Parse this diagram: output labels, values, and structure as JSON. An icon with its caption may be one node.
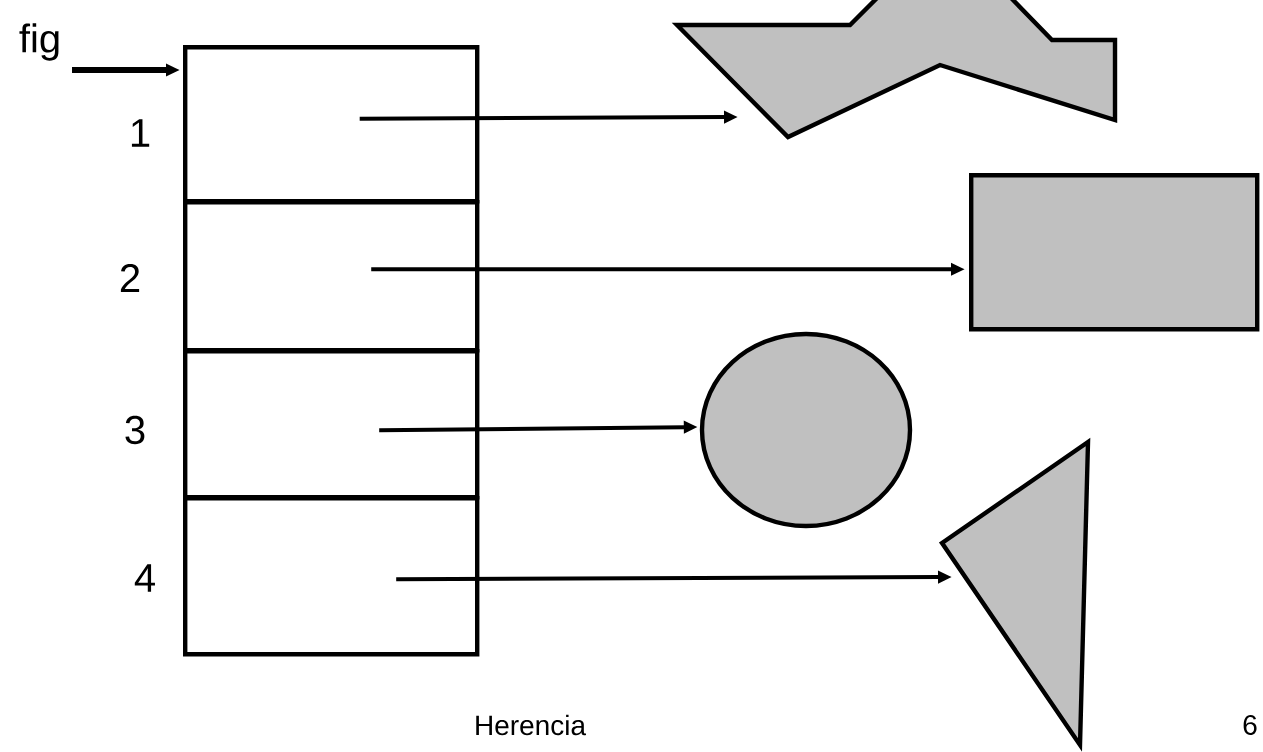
{
  "diagram": {
    "nodes": [
      {
        "text": [
          "fig"
        ]
      },
      {
        "text": [],
        "shape": "box",
        "beside": [
          "1"
        ]
      },
      {
        "text": [],
        "shape": "box",
        "beside": [
          "2"
        ]
      },
      {
        "text": [],
        "shape": "box",
        "beside": [
          "3"
        ]
      },
      {
        "text": [],
        "shape": "box",
        "beside": [
          "4"
        ]
      },
      {
        "text": [],
        "shape": "polygon"
      },
      {
        "text": [],
        "shape": "box"
      },
      {
        "text": [],
        "shape": "circle"
      },
      {
        "text": [],
        "shape": "triangle"
      }
    ],
    "edges": [
      {
        "from": 0,
        "to": 1,
        "arrow": "to"
      },
      {
        "from": 1,
        "to": 5,
        "arrow": "to"
      },
      {
        "from": 2,
        "to": 6,
        "arrow": "to"
      },
      {
        "from": 3,
        "to": 7,
        "arrow": "to"
      },
      {
        "from": 4,
        "to": 8,
        "arrow": "to"
      }
    ],
    "labels": [
      "Herencia",
      "6"
    ]
  }
}
